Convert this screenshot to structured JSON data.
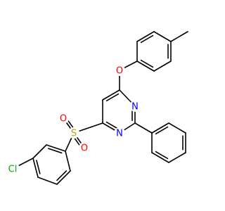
{
  "diagram": {
    "type": "chemical-structure",
    "atom_labels": {
      "ether_oxygen": "O",
      "ring_nitrogen_upper": "N",
      "ring_nitrogen_lower": "N",
      "sulfur": "S",
      "sulfonyl_oxygen_left": "O",
      "sulfonyl_oxygen_right": "O",
      "chlorine": "Cl"
    },
    "colors": {
      "bond": "#000000",
      "oxygen": "#ff0000",
      "nitrogen": "#0000ff",
      "sulfur": "#b2a600",
      "chlorine": "#00b000"
    }
  }
}
